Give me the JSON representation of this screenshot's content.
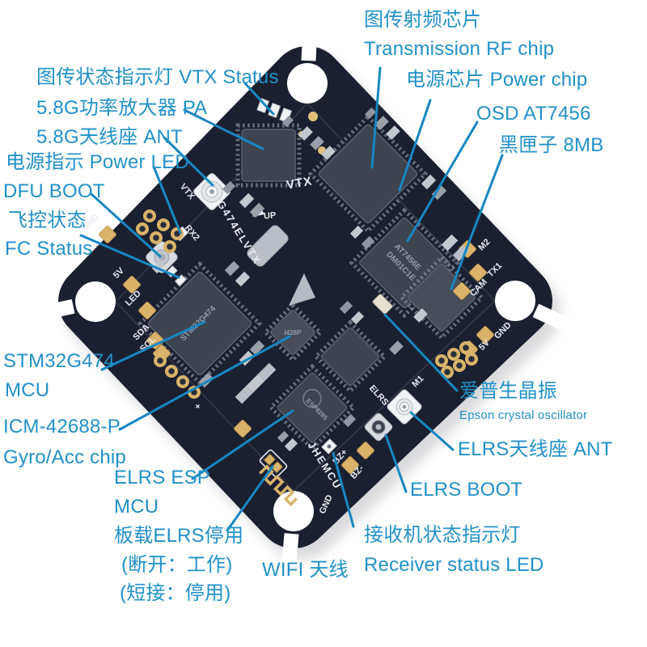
{
  "colors": {
    "label_text": "#2191c9",
    "leader_line": "#1787c1",
    "board": "#1b2030",
    "pad_gold": "#d9b36a",
    "silkscreen": "#e8eaf0"
  },
  "annotations": {
    "rf_chip_zh": "图传射频芯片",
    "rf_chip_en": "Transmission RF chip",
    "power_chip": "电源芯片 Power chip",
    "osd": "OSD AT7456",
    "blackbox": "黑匣子 8MB",
    "vtx_status": "图传状态指示灯 VTX Status",
    "pa": "5.8G功率放大器 PA",
    "vtx_ant": "5.8G天线座 ANT",
    "power_led": "电源指示 Power LED",
    "dfu_boot": "DFU BOOT",
    "fc_status_zh": "飞控状态",
    "fc_status_en": "FC Status",
    "mcu_name": "STM32G474",
    "mcu_word": "MCU",
    "gyro_name": "ICM-42688-P",
    "gyro_desc": "Gyro/Acc chip",
    "elrs_esp": "ELRS ESP",
    "elrs_esp_mcu": "MCU",
    "elrs_disable": "板载ELRS停用",
    "elrs_disable_open": "(断开：工作)",
    "elrs_disable_short": "(短接：停用)",
    "wifi_ant": "WIFI 天线",
    "rx_led_zh": "接收机状态指示灯",
    "rx_led_en": "Receiver status LED",
    "elrs_boot": "ELRS BOOT",
    "elrs_ant": "ELRS天线座 ANT",
    "epson_zh": "爱普生晶振",
    "epson_en": "Epson crystal oscillator"
  },
  "board": {
    "silkscreen": {
      "vtx_edge": "VTX",
      "rx2": "RX2",
      "model": "G474ELVTX",
      "vtx_center": "VTX",
      "up": "UP",
      "jhemcu": "JHEMCU",
      "elrs": "ELRS",
      "m1": "M1",
      "m2": "M2",
      "tx1": "TX1",
      "cam": "CAM",
      "gnd_right": "GND",
      "v5_right": "5V",
      "gnd_left": "GND",
      "v5_left": "5V",
      "led": "LED",
      "sda": "SDA",
      "scl": "SCL",
      "bz_plus": "BZ+",
      "bz_minus": "BZ-",
      "gnd_bottom": "GND",
      "plus": "+"
    },
    "chip_markings": {
      "mcu": "STM32G474",
      "osd1": "AT7456E",
      "osd2": "DM01C1E",
      "esp": "ESP8285",
      "gyro": "I428P"
    }
  }
}
